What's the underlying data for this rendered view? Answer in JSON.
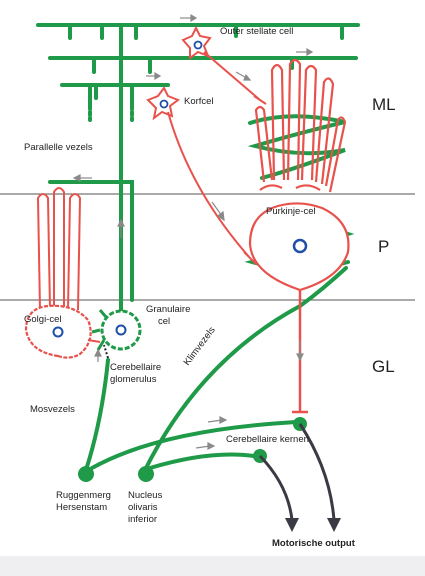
{
  "layers": {
    "ml": "ML",
    "p": "P",
    "gl": "GL"
  },
  "labels": {
    "outer_stellate": "Outer stellate cell",
    "korfcel": "Korfcel",
    "parallelle_vezels": "Parallelle vezels",
    "purkinje": "Purkinje-cel",
    "golgi": "Golgi-cel",
    "granulaire_1": "Granulaire",
    "granulaire_2": "cel",
    "glomerulus_1": "Cerebellaire",
    "glomerulus_2": "glomerulus",
    "klimvezels": "Klimvezels",
    "mosvezels": "Mosvezels",
    "kernen": "Cerebellaire kernen",
    "ruggenmerg_1": "Ruggenmerg",
    "ruggenmerg_2": "Hersenstam",
    "olivaris_1": "Nucleus",
    "olivaris_2": "olivaris",
    "olivaris_3": "inferior",
    "output": "Motorische output"
  },
  "colors": {
    "excitatory_green": "#1f9a48",
    "inhibitory_red": "#e8524c",
    "nucleus_blue": "#1f4fa8",
    "output_dark": "#3a3a44",
    "arrow_gray": "#8a8a8a",
    "layer_line": "#555555"
  }
}
